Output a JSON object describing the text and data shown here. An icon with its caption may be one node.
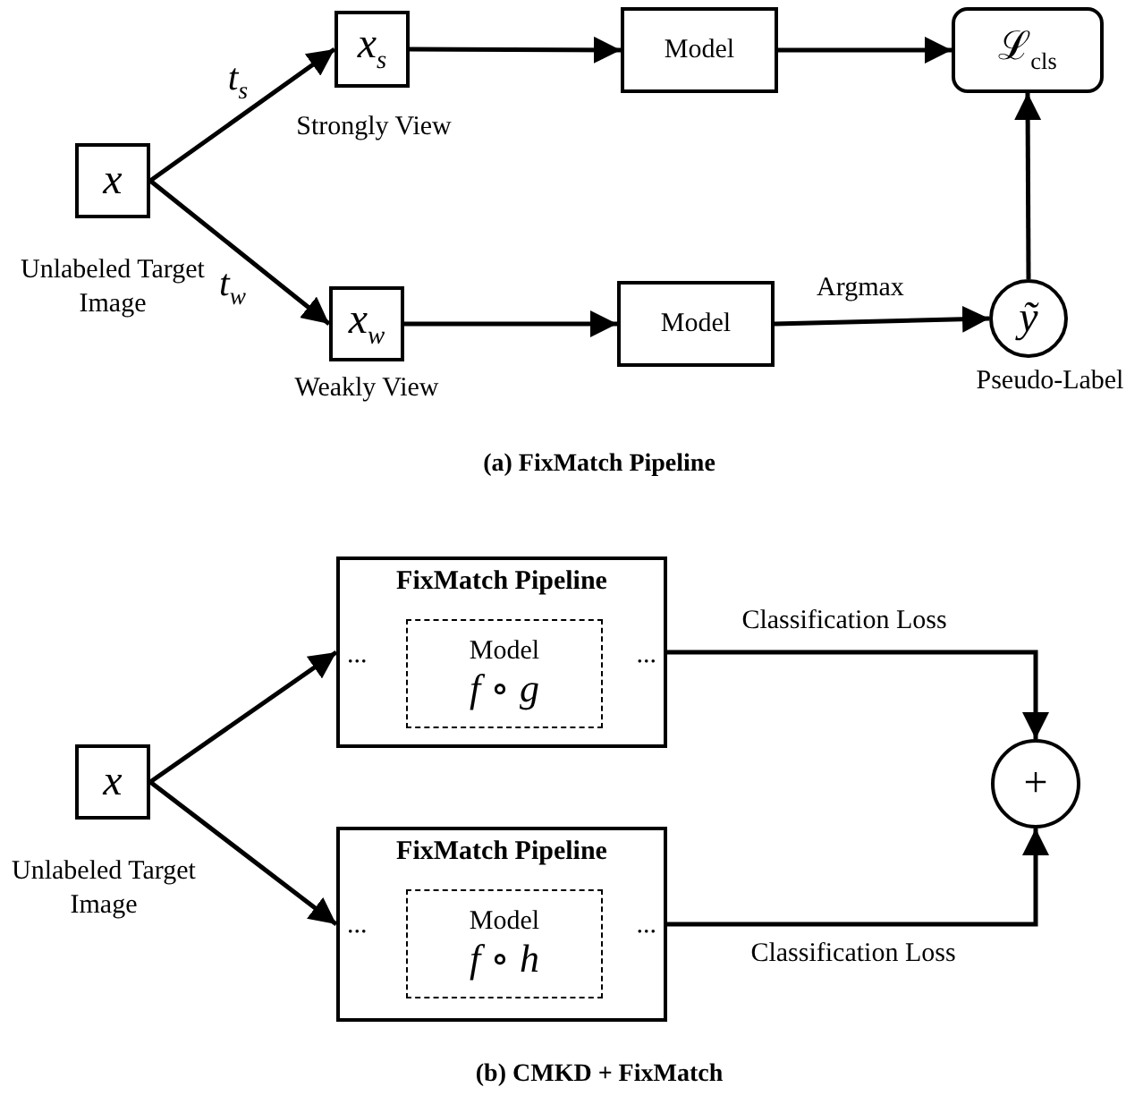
{
  "diagram": {
    "nodes": [
      {
        "text": [
          "x"
        ],
        "beside": [
          "Unlabeled Target Image"
        ]
      },
      {
        "text": [
          "x$_{s}$"
        ],
        "beside": [
          "Strongly View"
        ]
      },
      {
        "text": [
          "Model"
        ]
      },
      {
        "text": [
          "ℒ$_{cls}$"
        ]
      },
      {
        "text": [
          "x$_{w}$"
        ],
        "beside": [
          "Weakly View"
        ]
      },
      {
        "text": [
          "Model"
        ]
      },
      {
        "text": [
          "ỹ"
        ],
        "beside": [
          "Pseudo-Label"
        ]
      },
      {
        "text": [
          "x"
        ],
        "beside": [
          "Unlabeled Target Image"
        ]
      },
      {
        "text": [
          "FixMatch Pipeline",
          "...",
          "..."
        ]
      },
      {
        "text": [
          "Model",
          "f ∘ g"
        ],
        "in": 8
      },
      {
        "text": [
          "FixMatch Pipeline",
          "...",
          "..."
        ]
      },
      {
        "text": [
          "Model",
          "f ∘ h"
        ],
        "in": 10
      },
      {
        "text": [
          "+"
        ]
      }
    ],
    "edges": [
      {
        "from": 0,
        "to": 1,
        "arrow": "to",
        "label": "t$_{s}$"
      },
      {
        "from": 0,
        "to": 4,
        "arrow": "to",
        "label": "t$_{w}$"
      },
      {
        "from": 1,
        "to": 2,
        "arrow": "to"
      },
      {
        "from": 2,
        "to": 3,
        "arrow": "to"
      },
      {
        "from": 4,
        "to": 5,
        "arrow": "to"
      },
      {
        "from": 5,
        "to": 6,
        "arrow": "to",
        "label": "Argmax"
      },
      {
        "from": 6,
        "to": 3,
        "arrow": "to"
      },
      {
        "from": 7,
        "to": 8,
        "arrow": "to"
      },
      {
        "from": 7,
        "to": 10,
        "arrow": "to"
      },
      {
        "from": 8,
        "to": 12,
        "arrow": "to",
        "label": "Classification Loss"
      },
      {
        "from": 10,
        "to": 12,
        "arrow": "to",
        "label": "Classification Loss"
      }
    ],
    "labels": [
      "(a) FixMatch Pipeline",
      "(b) CMKD + FixMatch"
    ]
  }
}
